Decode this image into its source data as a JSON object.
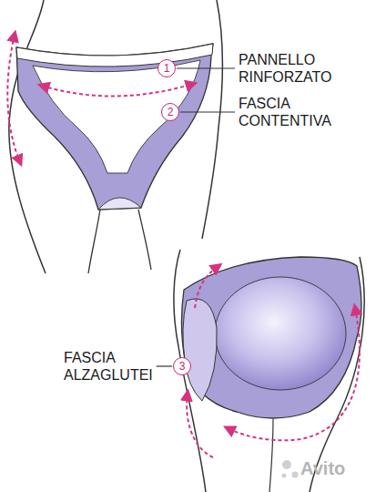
{
  "diagram": {
    "nodes": [
      {
        "text": [
          "1"
        ]
      },
      {
        "text": [
          "2"
        ]
      },
      {
        "text": [
          "3"
        ]
      }
    ],
    "labels": [
      "PANNELLO RINFORZATO",
      "FASCIA CONTENTIVA",
      "FASCIA ALZAGLUTEI",
      "Avito"
    ]
  }
}
